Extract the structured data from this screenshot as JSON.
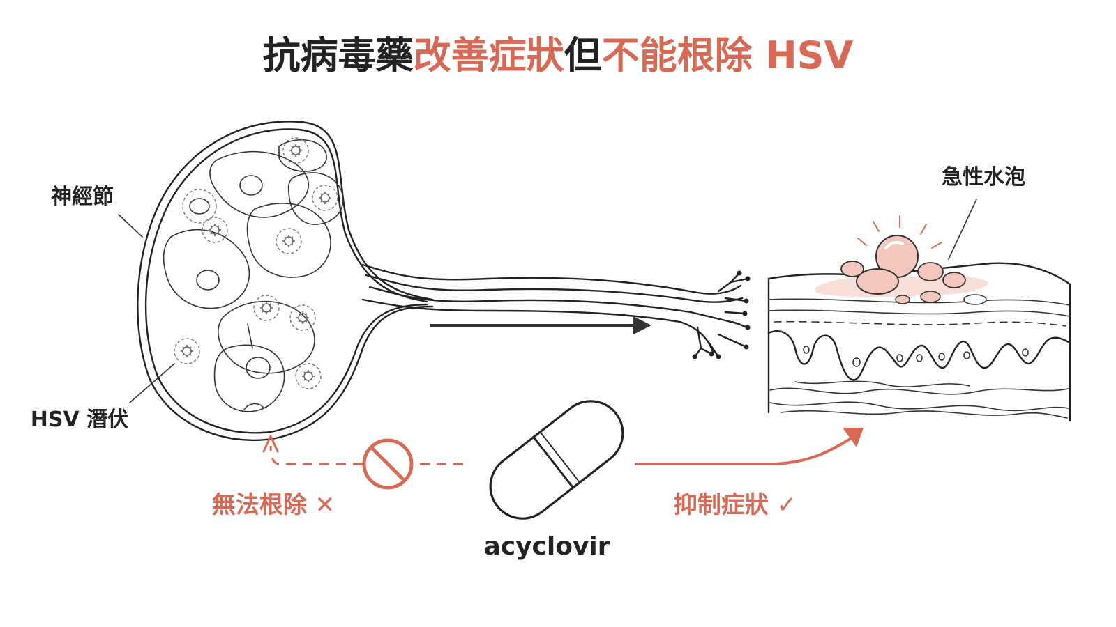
{
  "title": {
    "part1": "抗病毒藥",
    "part2": "改善症狀",
    "part3": "但",
    "part4": "不能根除 HSV"
  },
  "labels": {
    "ganglion": "神經節",
    "latent": "HSV 潛伏",
    "blister": "急性水泡",
    "cannot_eradicate": "無法根除 ✕",
    "suppress_symptoms": "抑制症狀 ✓",
    "drug": "acyclovir"
  },
  "colors": {
    "accent": "#d86a55",
    "ink": "#222222",
    "blister_fill": "#f3c7bd"
  },
  "icons": {
    "virus": "virus-icon",
    "capsule": "capsule-icon",
    "prohibited": "prohibited-icon"
  }
}
